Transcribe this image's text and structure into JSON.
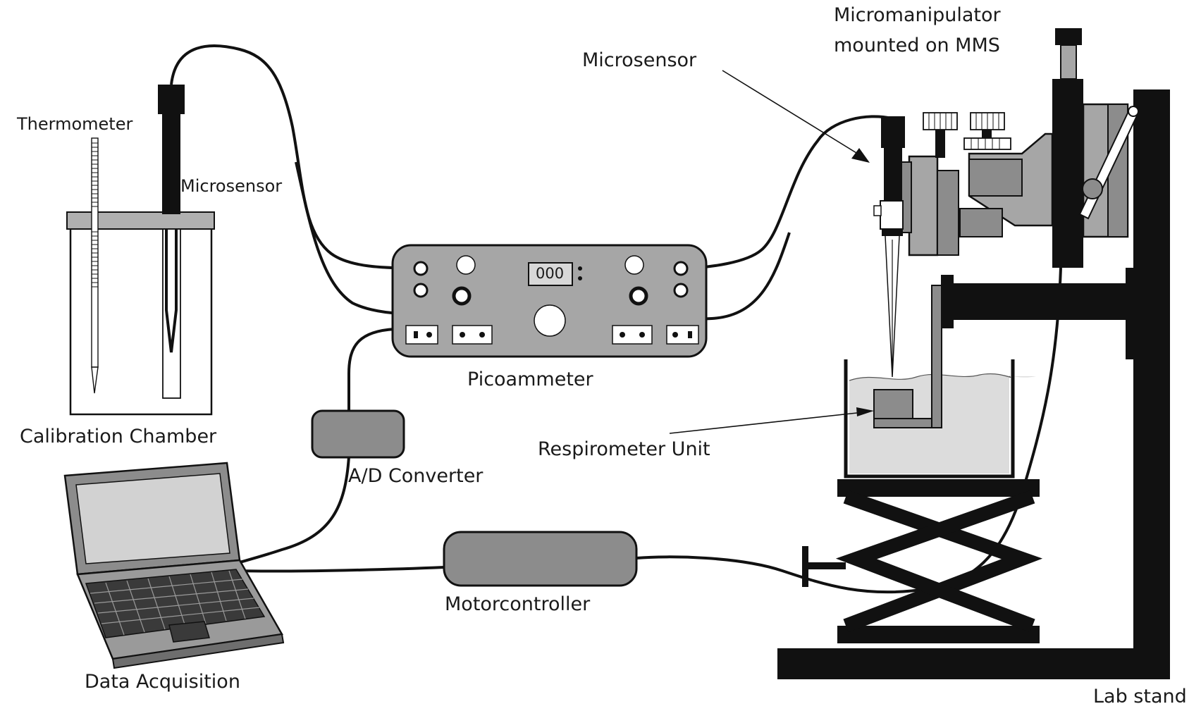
{
  "labels": {
    "thermometer": "Thermometer",
    "microsensor_left": "Microsensor",
    "calibration_chamber": "Calibration Chamber",
    "picoammeter": "Picoammeter",
    "display": "000",
    "ad_converter": "A/D Converter",
    "data_acquisition": "Data Acquisition",
    "motorcontroller": "Motorcontroller",
    "microsensor_right": "Microsensor",
    "micromanipulator_line1": "Micromanipulator",
    "micromanipulator_line2": "mounted on MMS",
    "respirometer_unit": "Respirometer Unit",
    "lab_stand": "Lab stand"
  },
  "colors": {
    "device_gray": "#a6a6a6",
    "dark_gray": "#8c8c8c",
    "liquid": "#dcdcdc",
    "laptop_screen": "#d2d2d2",
    "black": "#111111"
  }
}
